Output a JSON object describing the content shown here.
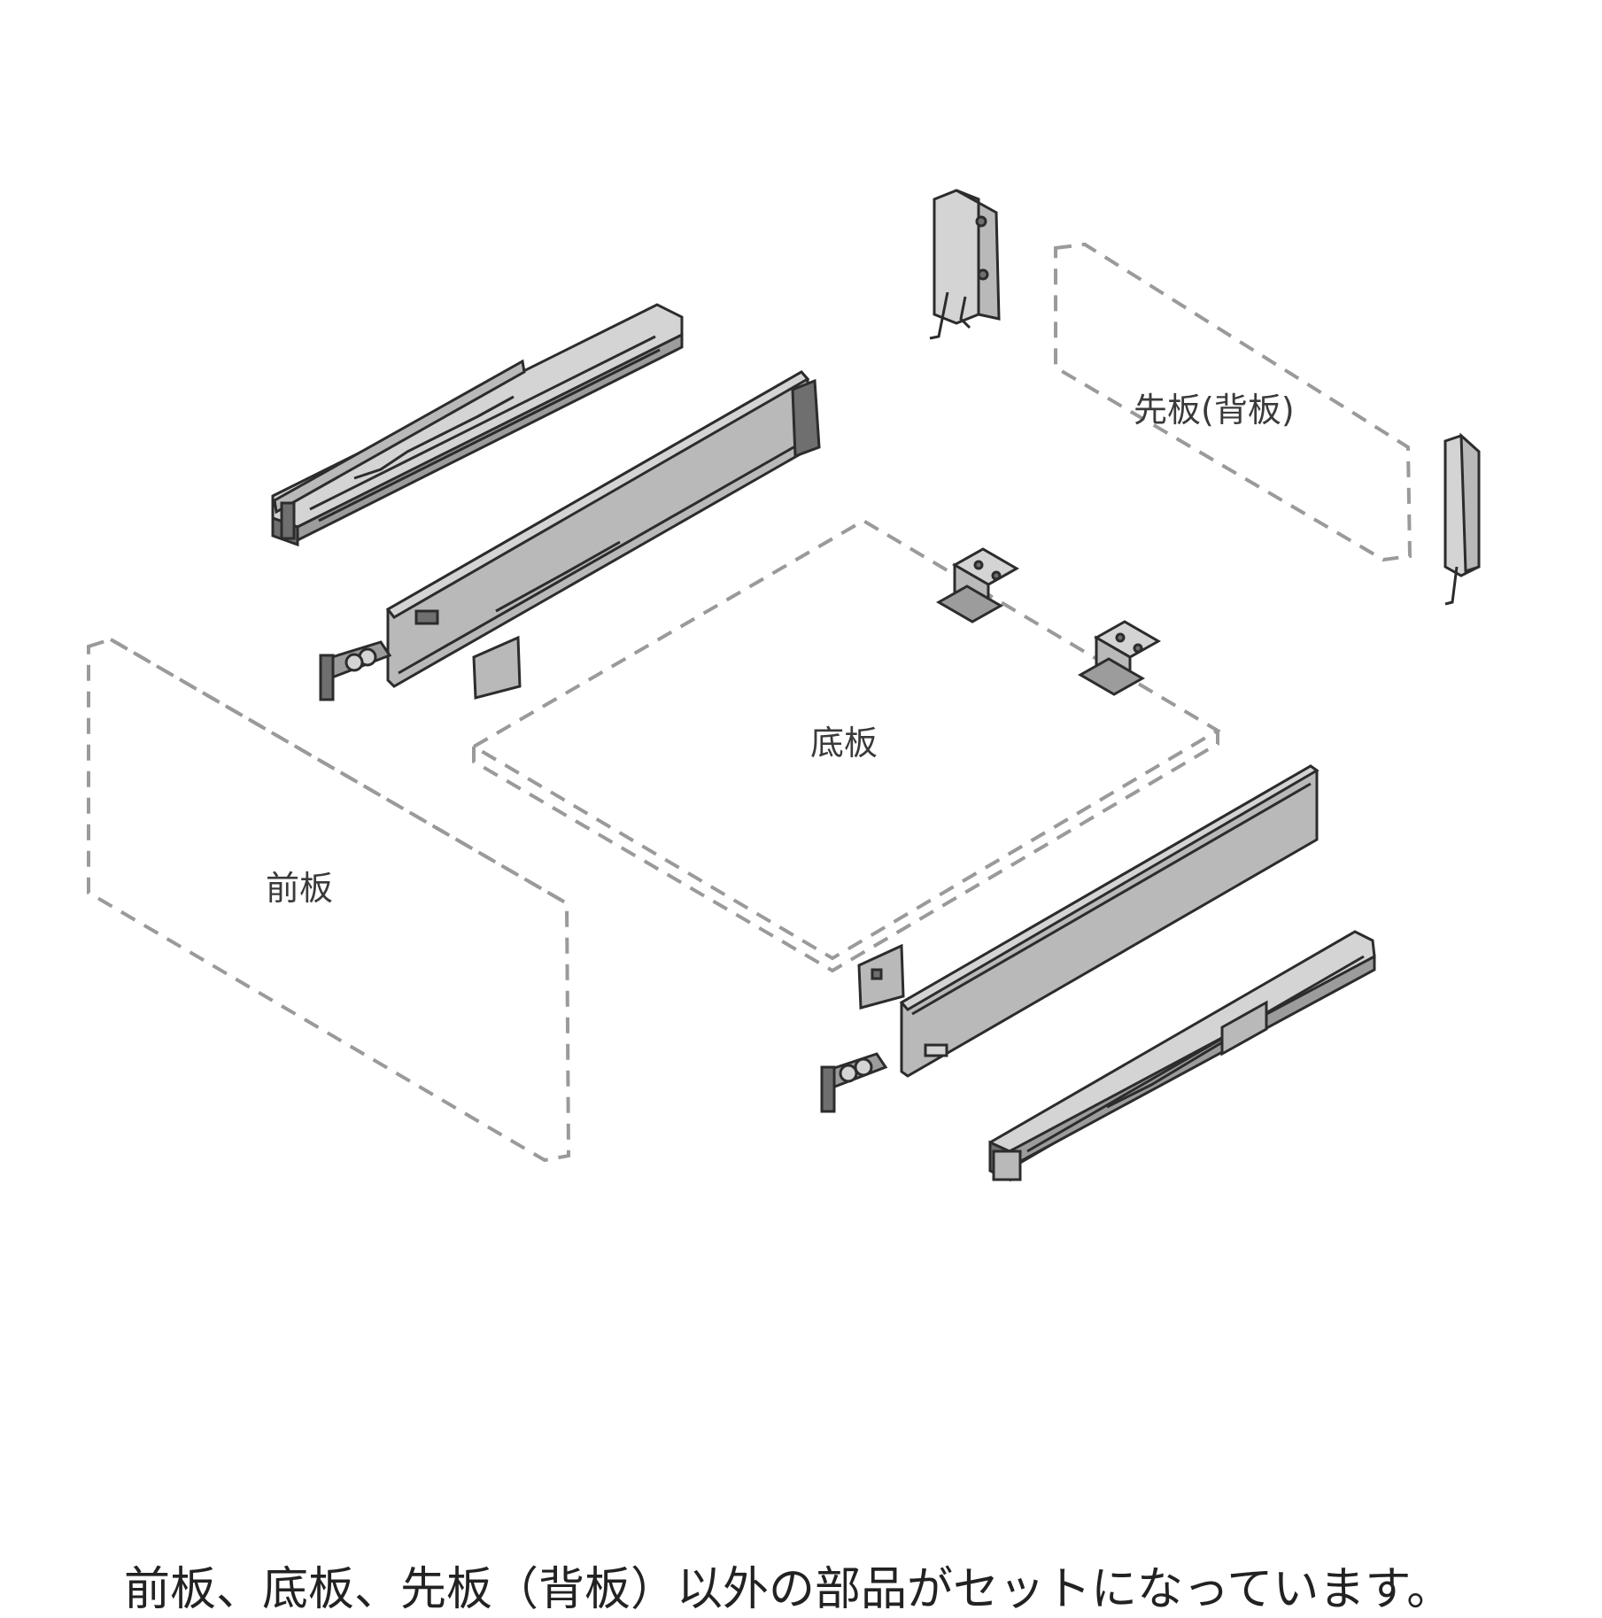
{
  "labels": {
    "back_panel": "先板(背板)",
    "bottom_panel": "底板",
    "front_panel": "前板"
  },
  "caption": "前板、底板、先板（背板）以外の部品がセットになっています。",
  "colors": {
    "line": "#2c2c2c",
    "part_fill": "#b9b9b9",
    "dashed_outline": "#9a9a9a",
    "text": "#222222"
  }
}
